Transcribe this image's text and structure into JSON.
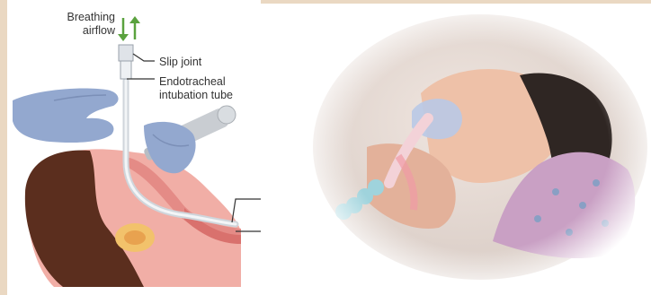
{
  "diagram": {
    "labels": {
      "breathing_airflow": "Breathing airflow",
      "slip_joint": "Slip joint",
      "endotracheal_tube": "Endotracheal intubation tube"
    },
    "colors": {
      "frame": "#ead8c2",
      "glove": "#93a8cf",
      "skin": "#f1aea6",
      "hair": "#5b2e1e",
      "arrow": "#5aa23e",
      "tube": "#e9ecef",
      "leader": "#333333"
    }
  }
}
